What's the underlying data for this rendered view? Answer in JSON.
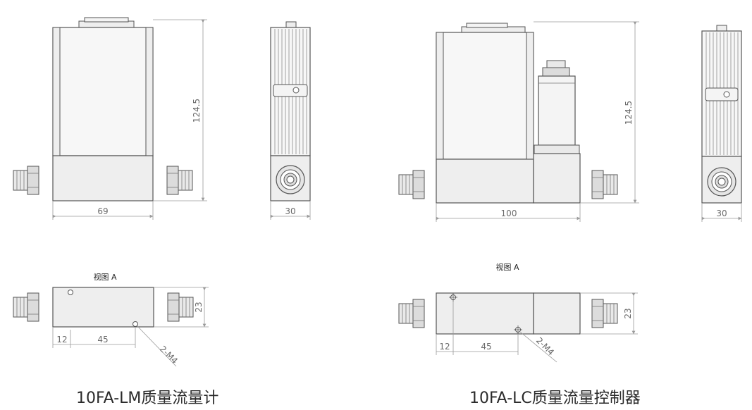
{
  "captions": {
    "lm": "10FA-LM质量流量计",
    "lc": "10FA-LC质量流量控制器"
  },
  "dims": {
    "lm_height": "124.5",
    "lm_width": "69",
    "lm_side_width": "30",
    "lc_height": "124.5",
    "lc_width": "100",
    "lc_side_width": "30",
    "lm_bottom_height": "23",
    "lm_bottom_offset": "12",
    "lm_bottom_spacing": "45",
    "lc_bottom_height": "23",
    "lc_bottom_offset": "12",
    "lc_bottom_spacing": "45"
  },
  "labels": {
    "lm_view": "视图 A",
    "lc_view": "视图 A",
    "lm_thread": "2-M4",
    "lc_thread": "2-M4"
  },
  "colors": {
    "line": "#555555",
    "body_fill": "#eeeeee",
    "housing_fill": "#f7f7f7",
    "dim_line": "#9a9a9a"
  }
}
